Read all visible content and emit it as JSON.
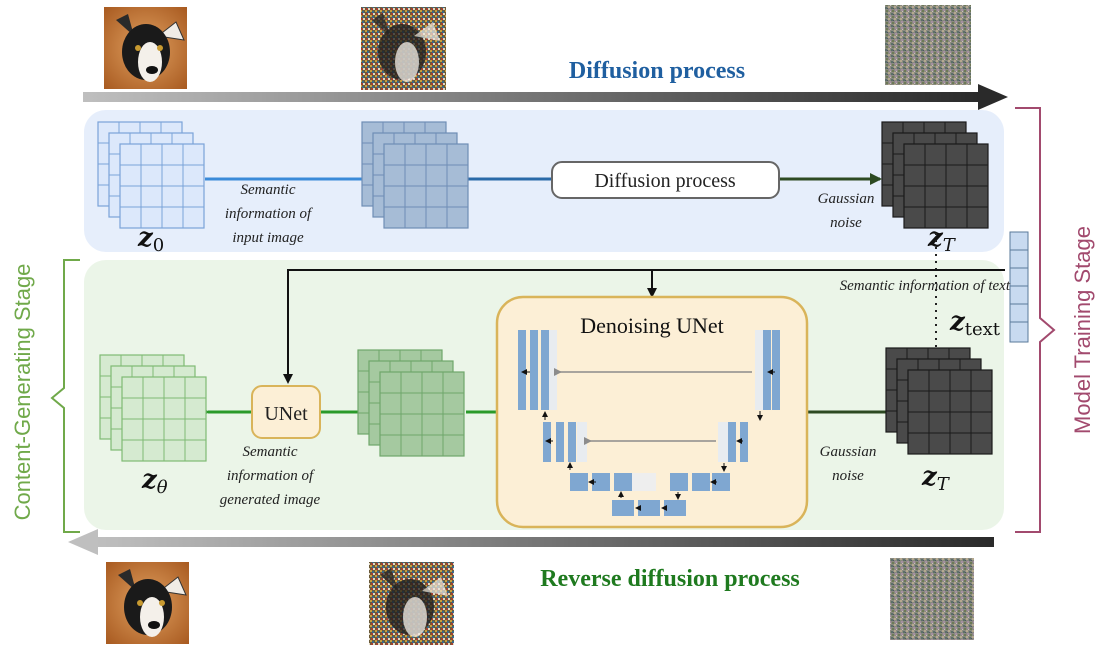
{
  "top_arrow_label": "Diffusion process",
  "bottom_arrow_label": "Reverse diffusion process",
  "stage_labels": {
    "model_training": "Model Training Stage",
    "content_generating": "Content-Generating Stage"
  },
  "top_row": {
    "z0_label": "z",
    "z0_sub": "0",
    "zT_label": "z",
    "zT_sub": "T",
    "semantic_text": [
      "Semantic",
      "information of",
      "input image"
    ],
    "diffusion_box": "Diffusion process",
    "gaussian_text": [
      "Gaussian",
      "noise"
    ]
  },
  "text_embedding": {
    "label": "Semantic information of text",
    "z_label": "z",
    "z_sub": "text"
  },
  "bottom_row": {
    "unet_box": "UNet",
    "denoising_title": "Denoising UNet",
    "ztheta_label": "z",
    "ztheta_sub": "θ",
    "zT_label": "z",
    "zT_sub": "T",
    "semantic_text": [
      "Semantic",
      "information of",
      "generated image"
    ],
    "gaussian_text": [
      "Gaussian",
      "noise"
    ]
  },
  "colors": {
    "diffusion_title": "#1f5fa0",
    "reverse_title": "#1f7a1f",
    "training_stage": "#a24a6e",
    "generating_stage": "#70a94a",
    "top_band": "#e6eefb",
    "bottom_band": "#ebf5e8",
    "unet_fill": "#fcefd6",
    "unet_border": "#d9b45a"
  }
}
